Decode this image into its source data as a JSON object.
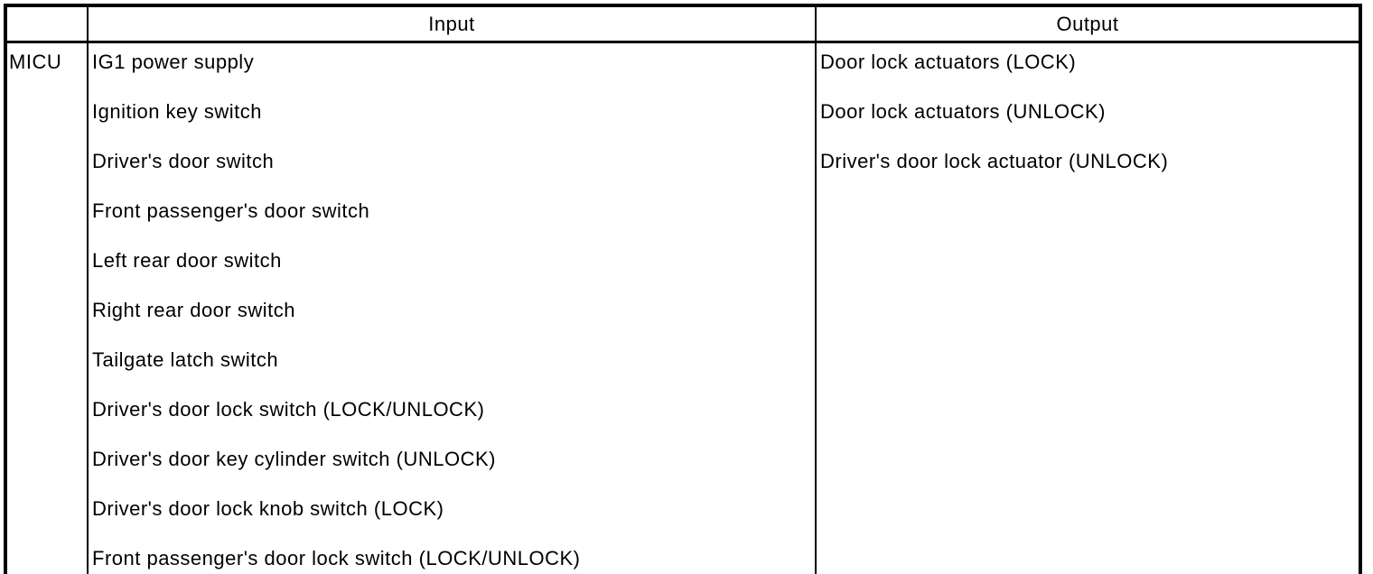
{
  "colors": {
    "background": "#ffffff",
    "border": "#000000",
    "text": "#000000"
  },
  "table": {
    "columns": {
      "unit_header": "",
      "input_header": "Input",
      "output_header": "Output"
    },
    "unit": "MICU",
    "inputs": [
      "IG1 power supply",
      "Ignition key switch",
      "Driver's door switch",
      "Front passenger's door switch",
      "Left rear door switch",
      "Right rear door switch",
      "Tailgate latch switch",
      "Driver's door lock switch (LOCK/UNLOCK)",
      "Driver's door key cylinder switch (UNLOCK)",
      "Driver's door lock knob switch (LOCK)",
      "Front passenger's door lock switch (LOCK/UNLOCK)"
    ],
    "outputs": [
      "Door lock actuators (LOCK)",
      "Door lock actuators (UNLOCK)",
      "Driver's door lock actuator (UNLOCK)"
    ]
  }
}
